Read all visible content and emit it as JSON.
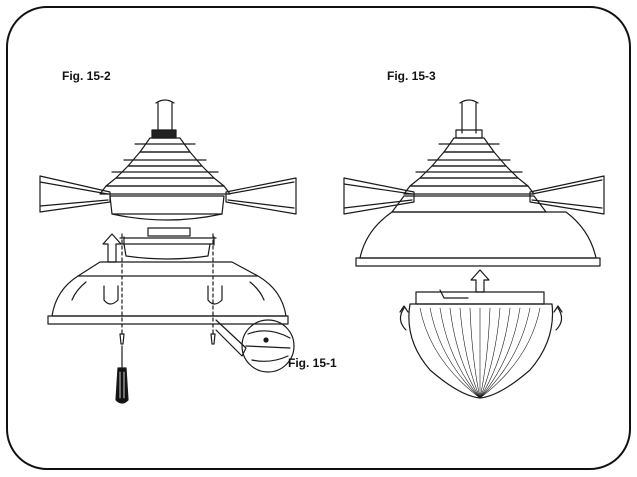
{
  "figures": {
    "fig_15_2": {
      "label": "Fig. 15-2"
    },
    "fig_15_3": {
      "label": "Fig. 15-3"
    },
    "fig_15_1": {
      "label": "Fig. 15-1"
    }
  },
  "colors": {
    "line": "#1a1a1a",
    "frame": "#111111",
    "background": "#ffffff"
  }
}
